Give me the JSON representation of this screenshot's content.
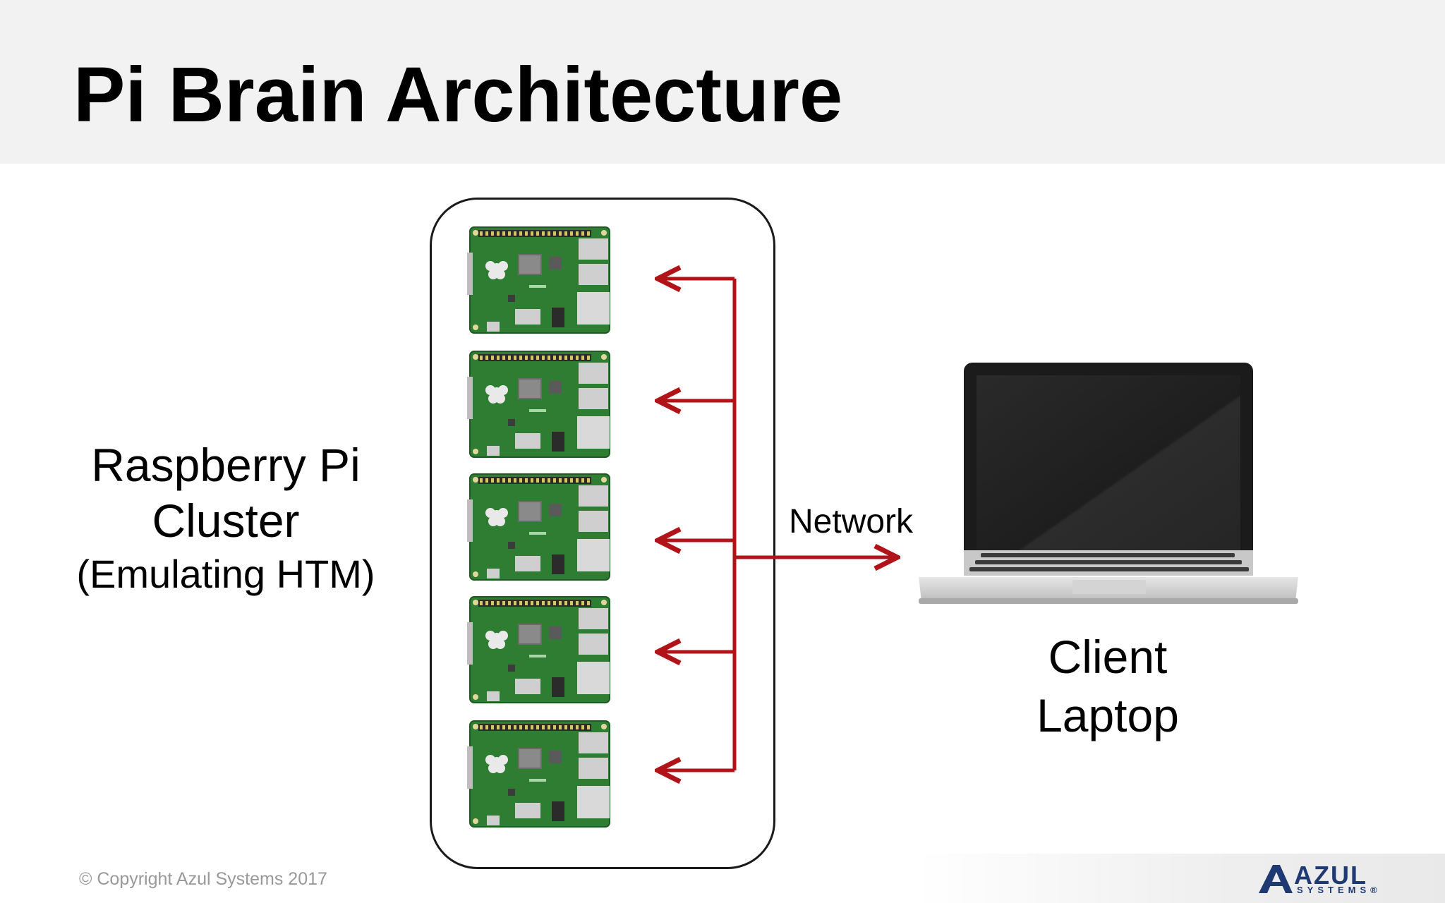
{
  "slide": {
    "title": "Pi Brain Architecture",
    "cluster_label": {
      "line1": "Raspberry Pi",
      "line2": "Cluster",
      "line3": "(Emulating HTM)"
    },
    "laptop_label": {
      "line1": "Client",
      "line2": "Laptop"
    },
    "network_label": "Network",
    "copyright": "© Copyright Azul Systems 2017",
    "logo": {
      "word": "AZUL",
      "sub": "SYSTEMS®"
    }
  },
  "diagram": {
    "node_count": 5,
    "arrow_color": "#b01318",
    "board_color": "#2f7d32",
    "node_icon": "raspberry-pi-board-icon",
    "client_icon": "laptop-icon"
  }
}
